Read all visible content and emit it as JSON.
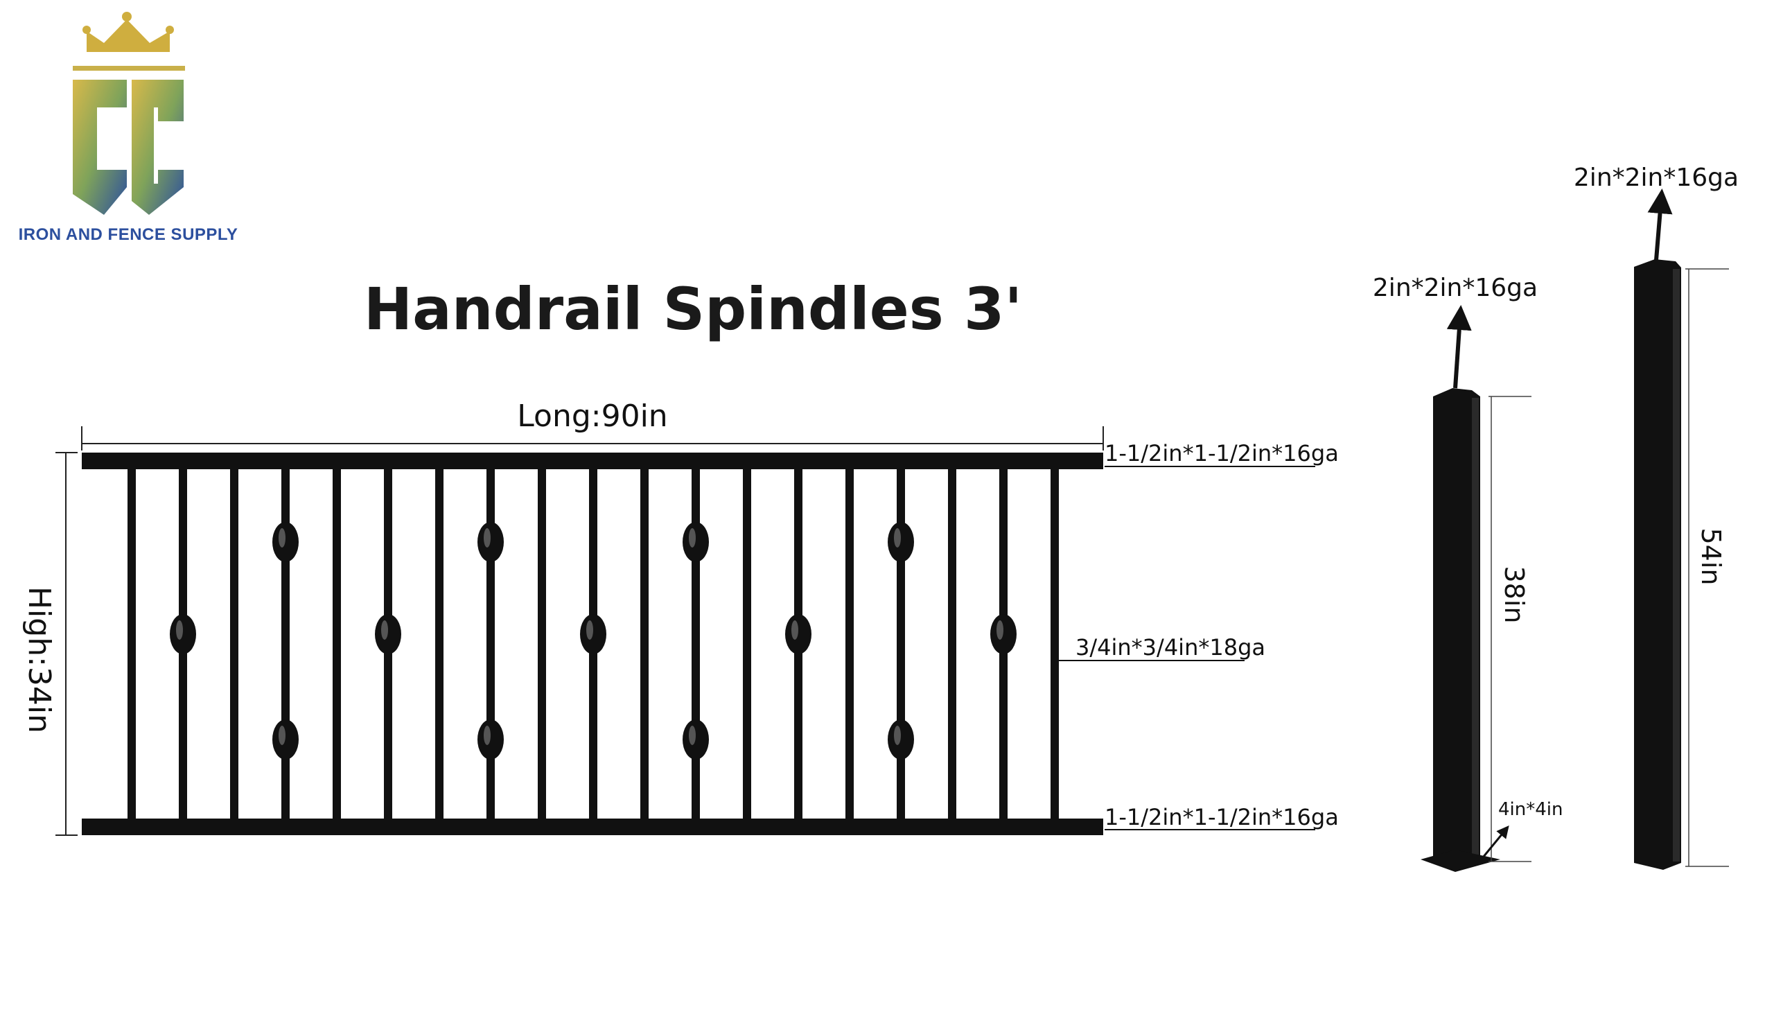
{
  "brand": {
    "logo_letters": "CC",
    "name": "IRON AND FENCE SUPPLY",
    "colors": {
      "gold": "#c9b04a",
      "blue": "#2c4f9e",
      "green": "#6f9a53"
    }
  },
  "title": "Handrail Spindles 3'",
  "railing": {
    "length_label": "Long:90in",
    "height_label": "High:34in",
    "top_rail_spec": "1-1/2in*1-1/2in*16ga",
    "bottom_rail_spec": "1-1/2in*1-1/2in*16ga",
    "picket_spec": "3/4in*3/4in*18ga",
    "picket_count": 19,
    "color": "#111111"
  },
  "posts": [
    {
      "spec": "2in*2in*16ga",
      "height_label": "38in",
      "base_label": "4in*4in",
      "has_base_plate": true
    },
    {
      "spec": "2in*2in*16ga",
      "height_label": "54in",
      "base_label": "",
      "has_base_plate": false
    }
  ]
}
